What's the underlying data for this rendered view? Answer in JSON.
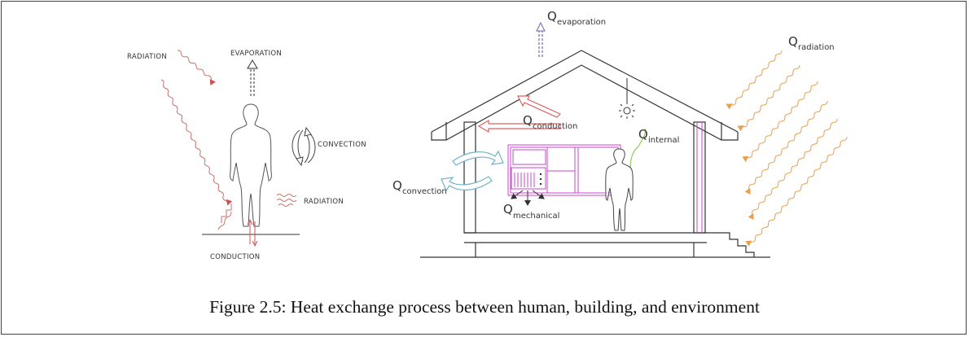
{
  "left_diagram": {
    "radiation_top": "RADIATION",
    "evaporation": "EVAPORATION",
    "convection": "CONVECTION",
    "radiation_side": "RADIATION",
    "conduction": "CONDUCTION"
  },
  "right_diagram": {
    "q_symbol": "Q",
    "evaporation_sub": "evaporation",
    "radiation_sub": "radiation",
    "conduction_sub": "conduction",
    "internal_sub": "internal",
    "convection_sub": "convection",
    "mechanical_sub": "mechanical"
  },
  "caption": "Figure 2.5: Heat exchange process between human, building, and environment",
  "colors": {
    "radiation": "#e8a04a",
    "conduction": "#e06060",
    "convection": "#6fb3c8",
    "evaporation": "#6a6ab0",
    "internal": "#8ccf5a",
    "window": "#cc44cc",
    "line": "#333333"
  }
}
